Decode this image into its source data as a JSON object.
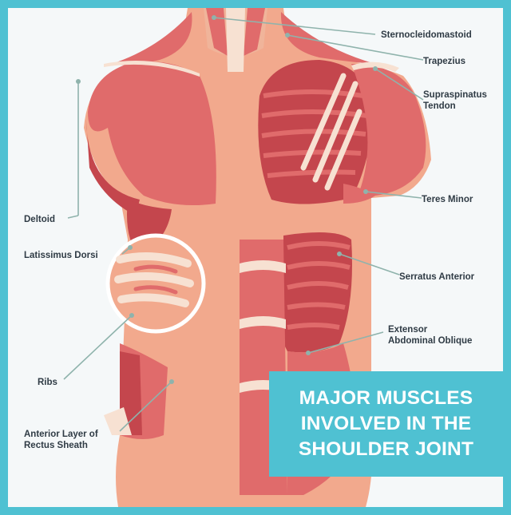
{
  "title": {
    "lines": [
      "MAJOR MUSCLES",
      "INVOLVED IN THE",
      "SHOULDER JOINT"
    ]
  },
  "labels": {
    "sternocleidomastoid": "Sternocleidomastoid",
    "trapezius": "Trapezius",
    "supraspinatus": [
      "Supraspinatus",
      "Tendon"
    ],
    "deltoid": "Deltoid",
    "teres_minor": "Teres Minor",
    "latissimus_dorsi": "Latissimus Dorsi",
    "serratus_anterior": "Serratus Anterior",
    "extensor_oblique": [
      "Extensor",
      "Abdominal Oblique"
    ],
    "ribs": "Ribs",
    "rectus_sheath": [
      "Anterior Layer of",
      "Rectus Sheath"
    ]
  },
  "colors": {
    "frame": "#4fc1d2",
    "skin": "#f2a98d",
    "muscle_light": "#e06b6b",
    "muscle_dark": "#c4464d",
    "tendon": "#f7e1d2",
    "leader_line": "#8fb3ac"
  }
}
